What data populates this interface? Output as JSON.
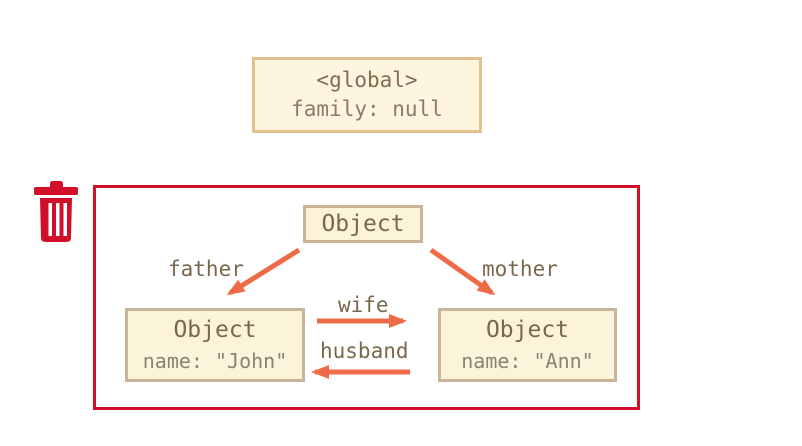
{
  "diagram": {
    "description": "Garbage collection: unreachable family island diagram",
    "global": {
      "title": "<global>",
      "property": "family: null"
    },
    "island": {
      "parent": {
        "title": "Object"
      },
      "john": {
        "title": "Object",
        "property": "name: \"John\""
      },
      "ann": {
        "title": "Object",
        "property": "name: \"Ann\""
      }
    },
    "edges": {
      "father": "father",
      "mother": "mother",
      "wife": "wife",
      "husband": "husband"
    },
    "icons": {
      "trash": "trash-icon"
    },
    "colors": {
      "arrow": "#ee6b47",
      "garbage_red": "#d10f28",
      "box_fill": "#fbf3da",
      "box_border": "#c9b59a",
      "global_border": "#e3c18d",
      "title_text": "#7a684c",
      "property_text": "#8b8272"
    }
  }
}
